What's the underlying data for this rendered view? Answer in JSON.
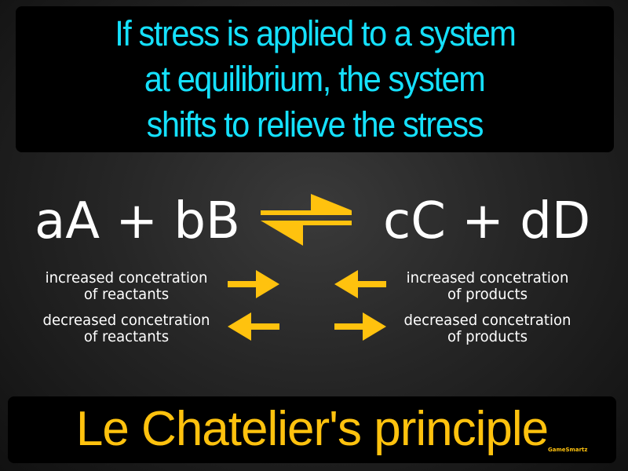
{
  "definition": {
    "lines": [
      "If stress is applied to a system",
      "at equilibrium, the system",
      "shifts to relieve the stress"
    ],
    "color": "#15e1ff"
  },
  "equation": {
    "left": "aA + bB",
    "right": "cC + dD",
    "arrow_icon": "equilibrium-arrows-icon",
    "arrow_color": "#ffc20e"
  },
  "conditions": {
    "reactants_increase": {
      "line1": "increased concetration",
      "line2": "of reactants",
      "arrow": "arrow-right-icon"
    },
    "reactants_decrease": {
      "line1": "decreased concetration",
      "line2": "of reactants",
      "arrow": "arrow-left-icon"
    },
    "products_increase": {
      "line1": "increased concetration",
      "line2": "of products",
      "arrow": "arrow-left-icon"
    },
    "products_decrease": {
      "line1": "decreased concetration",
      "line2": "of products",
      "arrow": "arrow-right-icon"
    }
  },
  "term": {
    "title": "Le Chatelier's principle",
    "color": "#ffc20e",
    "brand": "GameSmartz"
  }
}
